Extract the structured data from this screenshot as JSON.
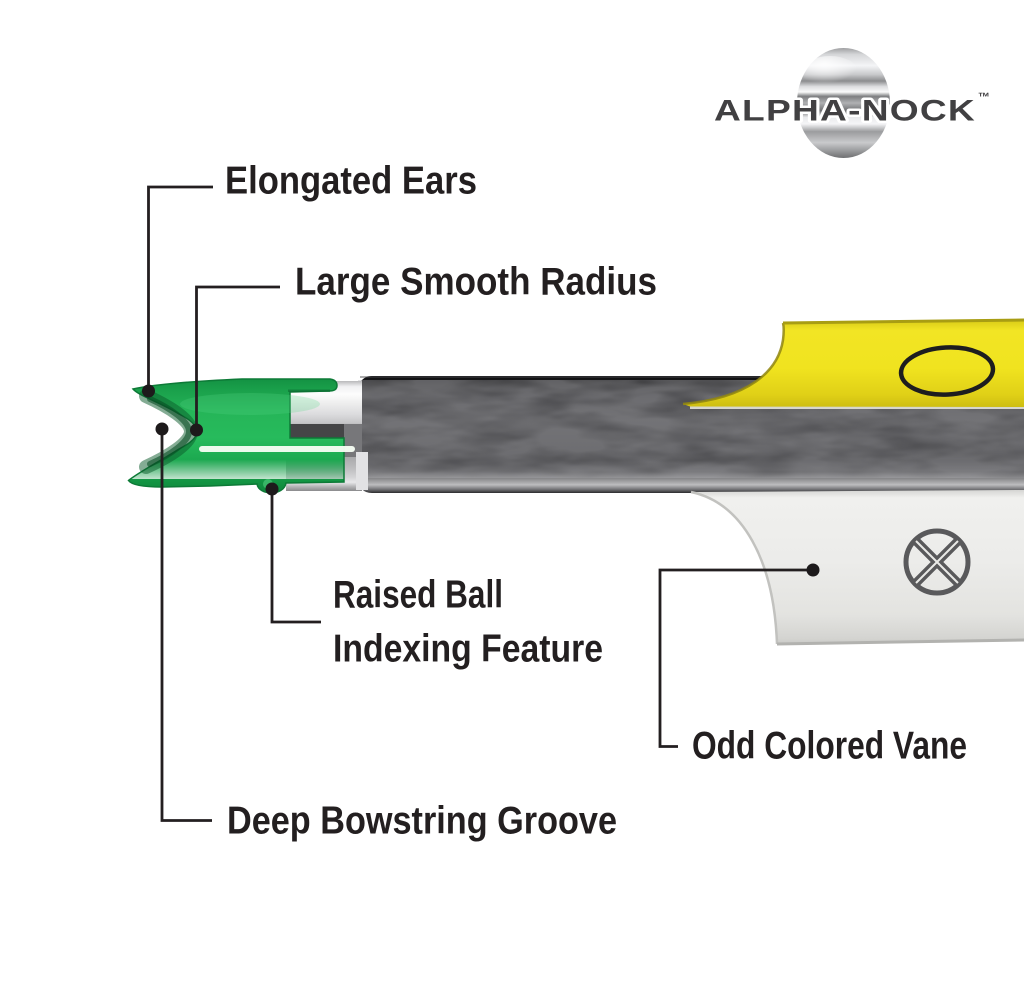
{
  "logo": {
    "brand": "ALPHA-NOCK",
    "trademark": "™"
  },
  "callouts": {
    "elongated_ears": {
      "label": "Elongated Ears"
    },
    "large_smooth_radius": {
      "label": "Large Smooth Radius"
    },
    "raised_ball": {
      "line1": "Raised Ball",
      "line2": "Indexing Feature"
    },
    "odd_colored_vane": {
      "label": "Odd Colored Vane"
    },
    "deep_bowstring_groove": {
      "label": "Deep Bowstring Groove"
    }
  },
  "colors": {
    "nock_green": "#1FA64F",
    "vane_yellow": "#F0E31F",
    "vane_white": "#EBEBE8",
    "shaft_black": "#2E2E31",
    "collar_silver": "#D9D9DB",
    "label_text": "#231F20",
    "logo_text": "#414042"
  }
}
